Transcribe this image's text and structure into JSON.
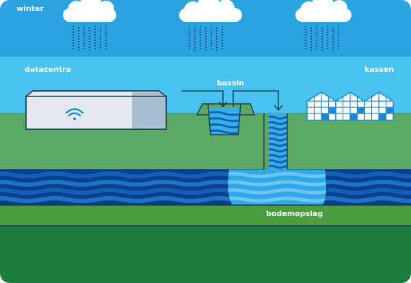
{
  "labels": {
    "season": "winter",
    "datacenter": "datacentra",
    "basin": "bassin",
    "greenhouses": "kassen",
    "aquifer": "bodemopslag"
  },
  "colors": {
    "sky_top": "#2aa3df",
    "sky_bottom": "#49c2f0",
    "grass": "#5ba965",
    "water_dark": "#0d3f8c",
    "water_mid": "#1260b5",
    "water_light": "#32a8e8",
    "soil_light": "#4a9e3d",
    "soil_dark": "#1e7b3f",
    "cloud": "#ffffff",
    "rain": "#174f94",
    "pipe": "#1c3a57",
    "datacenter_body": "#e3e8f0",
    "datacenter_side": "#a9bfd0",
    "greenhouse": "#1e86d3"
  },
  "icons": {
    "clouds": "cloud-icon",
    "rain": "rain-drops",
    "wifi": "wifi-icon",
    "arrows": "arrow-down-icon"
  }
}
